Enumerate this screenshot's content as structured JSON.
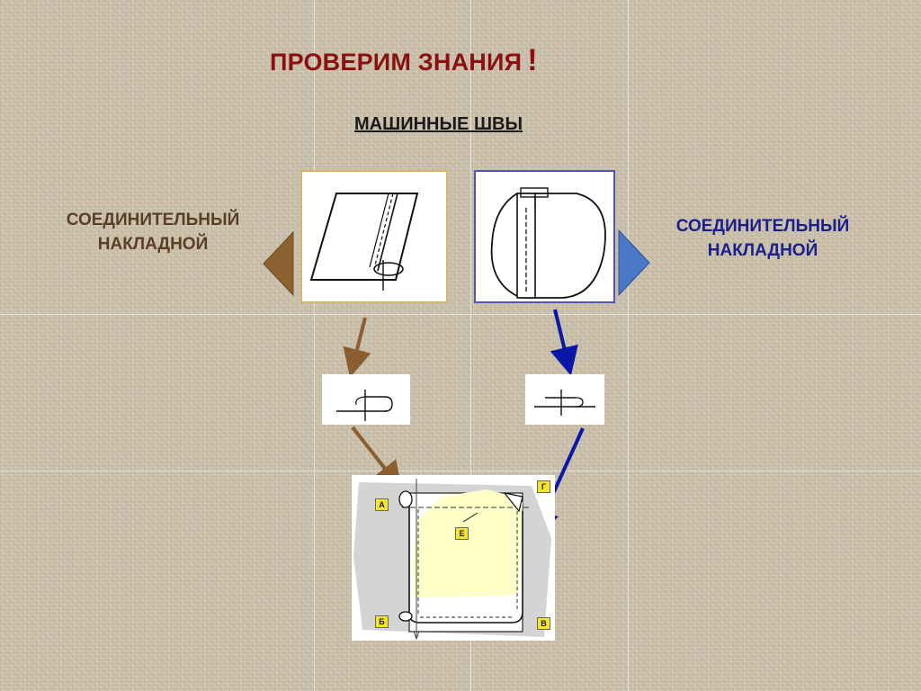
{
  "header": {
    "title": "ПРОВЕРИМ ЗНАНИЯ",
    "exclamation": "!",
    "subtitle": "МАШИННЫЕ ШВЫ"
  },
  "left_option": {
    "line1": "СОЕДИНИТЕЛЬНЫЙ",
    "line2": "НАКЛАДНОЙ",
    "color": "#5a3f26",
    "arrow_color": "#8b6230"
  },
  "right_option": {
    "line1": "СОЕДИНИТЕЛЬНЫЙ",
    "line2": "НАКЛАДНОЙ",
    "color": "#1a1f8c",
    "arrow_color": "#4a78c8"
  },
  "diagram_labels": {
    "a": "А",
    "b": "Б",
    "v": "В",
    "g": "Г",
    "e": "Е"
  },
  "connector_colors": {
    "left": "#8b5e32",
    "right": "#0a17a8"
  }
}
